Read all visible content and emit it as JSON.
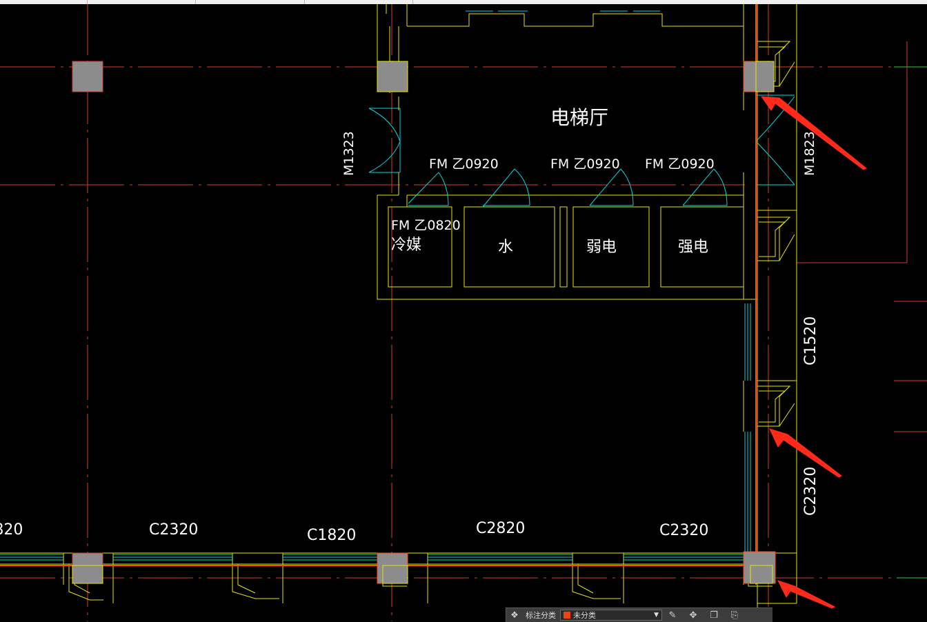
{
  "colors": {
    "axis": "#d23b2b",
    "wall": "#e8e600",
    "glass": "#00d8e0",
    "column_fill": "#8c8c8c",
    "beam": "#ff4a10",
    "arrow": "#ff2a1a",
    "background": "#000000"
  },
  "labels": {
    "elevator_hall": "电梯厅",
    "door_left": "M1323",
    "door_right": "M1823",
    "fire_door_1": "FM 乙0920",
    "fire_door_2": "FM 乙0920",
    "fire_door_3": "FM 乙0920",
    "fire_door_4": "FM 乙0820",
    "room_refrigerant": "冷媒",
    "room_water": "水",
    "room_weak": "弱电",
    "room_strong": "强电",
    "window_partial": "C1820",
    "window_1": "C2320",
    "window_2": "C1820",
    "window_3": "C2820",
    "window_4": "C2320",
    "window_right_1": "C1520",
    "window_right_2": "C2320"
  },
  "toolbar": {
    "icon": "grid-snap-icon",
    "label": "标注分类",
    "selected": "未分类",
    "swatch": "#e8460a",
    "buttons": [
      "edit-icon",
      "move-icon",
      "copy-icon",
      "paste-icon"
    ]
  }
}
